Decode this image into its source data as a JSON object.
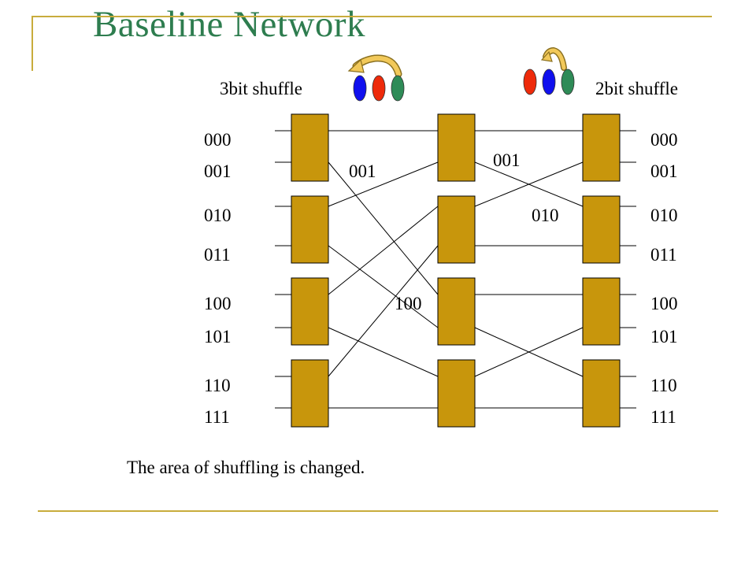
{
  "title": "Baseline Network",
  "shuffle_labels": {
    "left": "3bit shuffle",
    "right": "2bit shuffle"
  },
  "left_addresses": [
    "000",
    "001",
    "010",
    "011",
    "100",
    "101",
    "110",
    "111"
  ],
  "right_addresses": [
    "000",
    "001",
    "010",
    "011",
    "100",
    "101",
    "110",
    "111"
  ],
  "trace_labels": {
    "first": "001",
    "second": "001",
    "third": "010",
    "fourth": "100"
  },
  "caption": "The area of shuffling is changed.",
  "colors": {
    "title": "#2e7d4f",
    "switch_fill": "#c8960c",
    "frame": "#c8ac3c",
    "arrow_fill": "#f2c95a",
    "ball_blue": "#1010ee",
    "ball_red": "#ee2a0a",
    "ball_green": "#2e8b57"
  }
}
